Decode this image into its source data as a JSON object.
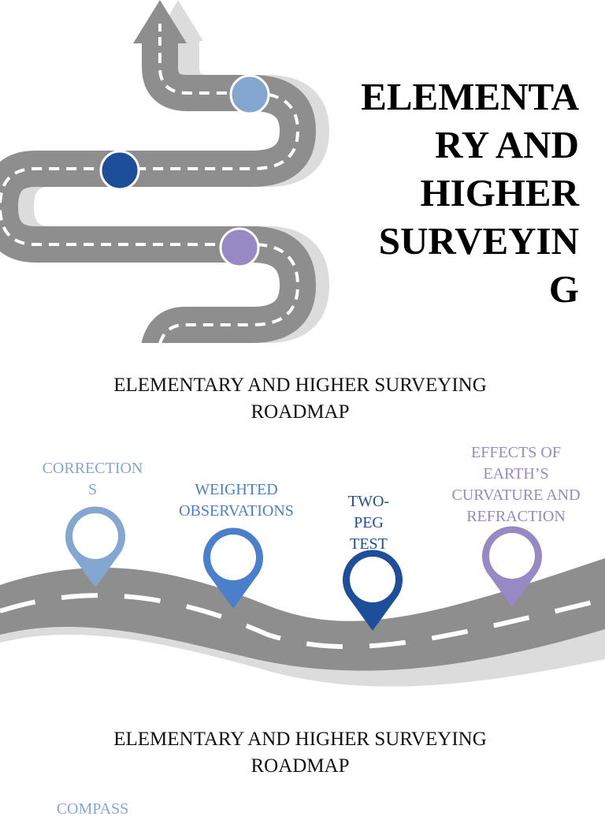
{
  "hero": {
    "title_lines": [
      "ELEMENTA",
      "RY AND",
      "HIGHER",
      "SURVEYIN",
      "G"
    ],
    "markers": [
      {
        "name": "marker-light-blue",
        "color": "#84a7d1"
      },
      {
        "name": "marker-dark-blue",
        "color": "#1c4e9a"
      },
      {
        "name": "marker-lavender",
        "color": "#978ac4"
      }
    ]
  },
  "roadmap_1": {
    "heading_lines": [
      "ELEMENTARY AND HIGHER SURVEYING",
      "ROADMAP"
    ],
    "milestones": [
      {
        "label_lines": [
          "CORRECTION",
          "S"
        ],
        "color": "#84a7d1"
      },
      {
        "label_lines": [
          "WEIGHTED",
          "OBSERVATIONS"
        ],
        "color": "#4a7fcc"
      },
      {
        "label_lines": [
          "TWO-",
          "PEG",
          "TEST"
        ],
        "color": "#1c4e9a"
      },
      {
        "label_lines": [
          "EFFECTS OF",
          "EARTH’S",
          "CURVATURE AND",
          "REFRACTION"
        ],
        "color": "#978ac4"
      }
    ]
  },
  "roadmap_2": {
    "heading_lines": [
      "ELEMENTARY AND HIGHER SURVEYING",
      "ROADMAP"
    ],
    "milestones": [
      {
        "label_lines": [
          "COMPASS"
        ],
        "color": "#84a7d1"
      }
    ]
  },
  "colors": {
    "road": "#8e8e8e",
    "road_shadow": "#dcdcdc",
    "dash": "#ffffff"
  }
}
